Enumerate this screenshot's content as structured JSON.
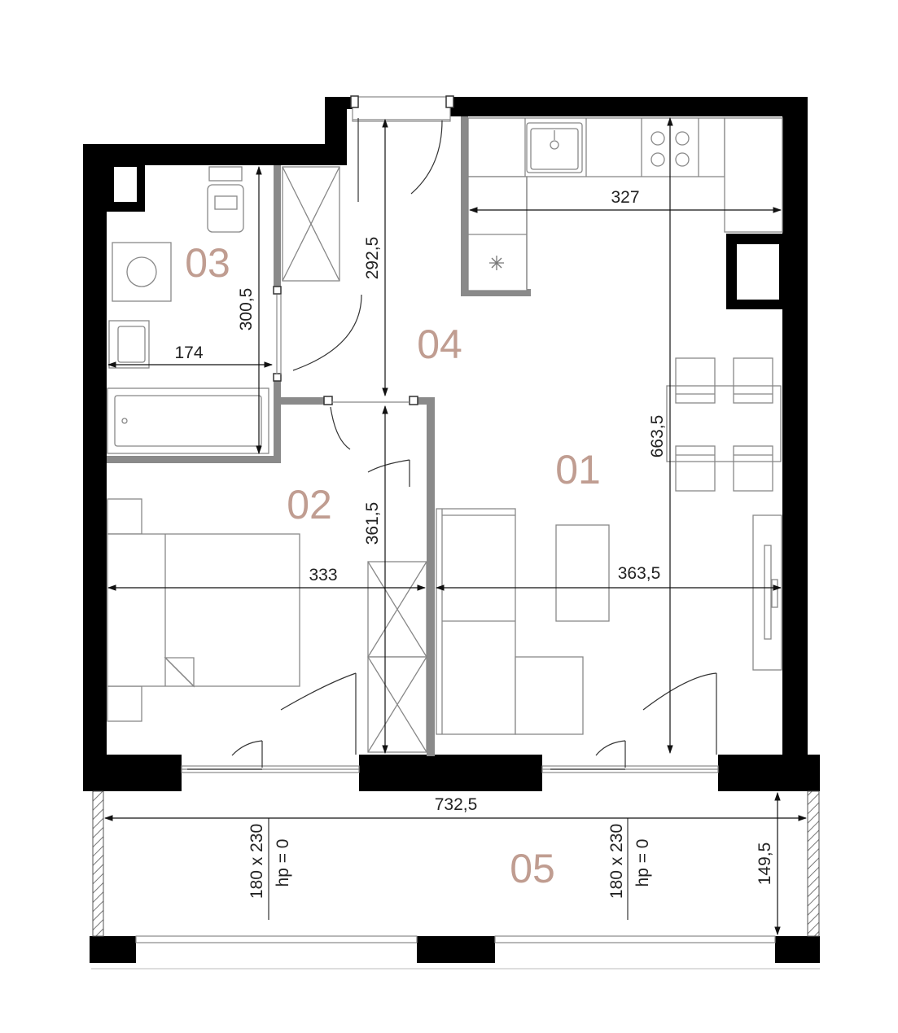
{
  "rooms": {
    "r01": "01",
    "r02": "02",
    "r03": "03",
    "r04": "04",
    "r05": "05"
  },
  "dimensions": {
    "kitchen_width": "327",
    "hall_height": "292,5",
    "bath_height": "300,5",
    "bath_width": "174",
    "living_height": "663,5",
    "hall_lower_height": "361,5",
    "bedroom_width": "333",
    "living_width": "363,5",
    "balcony_width": "732,5",
    "balcony_depth": "149,5"
  },
  "doors": {
    "left_size": "180 x 230",
    "left_hp": "hp = 0",
    "right_size": "180 x 230",
    "right_hp": "hp = 0"
  },
  "colors": {
    "wall": "#000000",
    "partition": "#8a8a8a",
    "furniture": "#888888",
    "room_label": "#c09d91"
  }
}
